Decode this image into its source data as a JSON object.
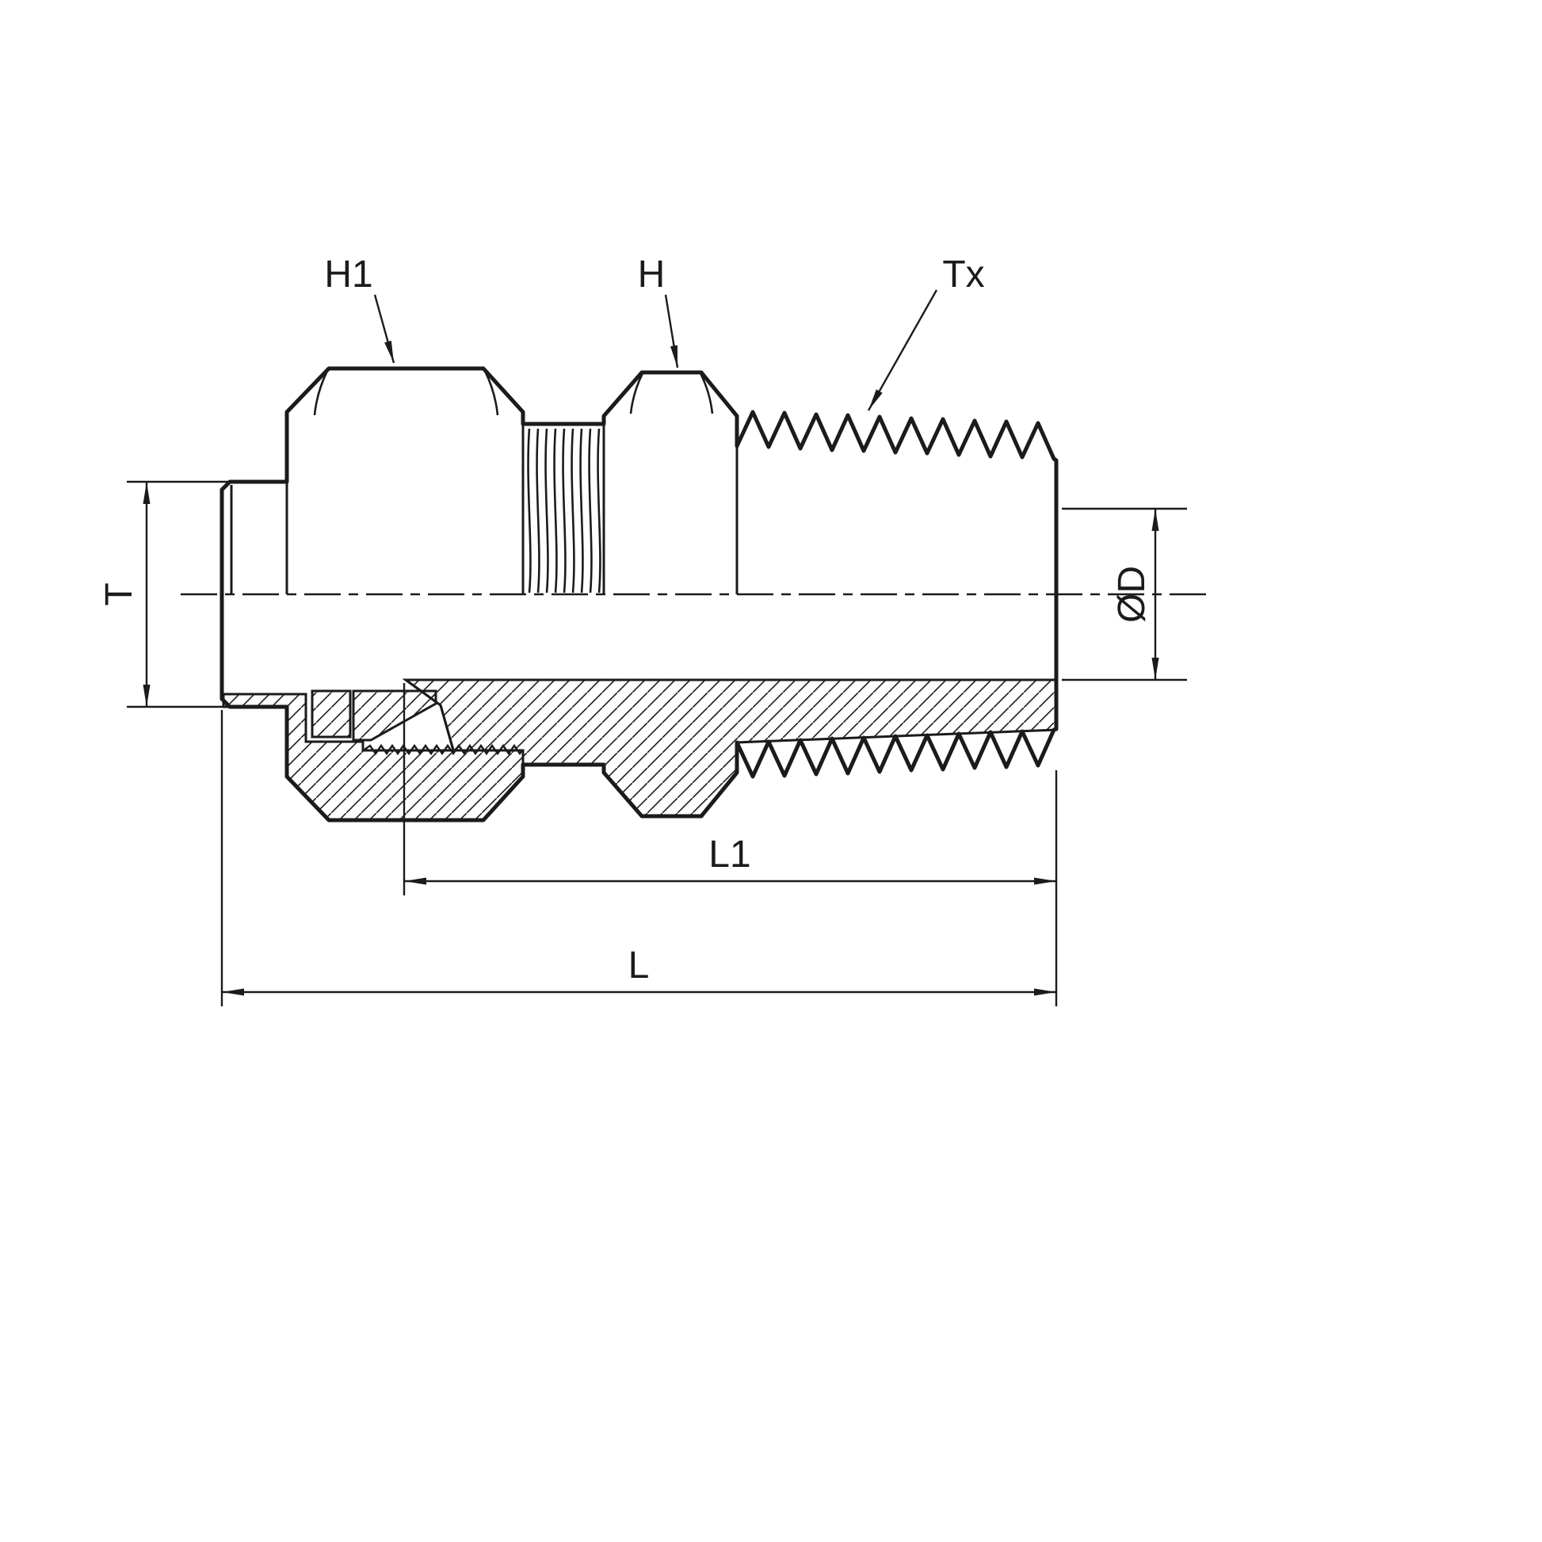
{
  "drawing": {
    "background_color": "#ffffff",
    "line_color": "#1b1b1b",
    "labels": {
      "nut_hex": "H1",
      "body_hex": "H",
      "taper_thread": "Tx",
      "tube_od": "T",
      "bore_diameter": "ØD",
      "thread_length": "L1",
      "overall_length": "L"
    }
  }
}
